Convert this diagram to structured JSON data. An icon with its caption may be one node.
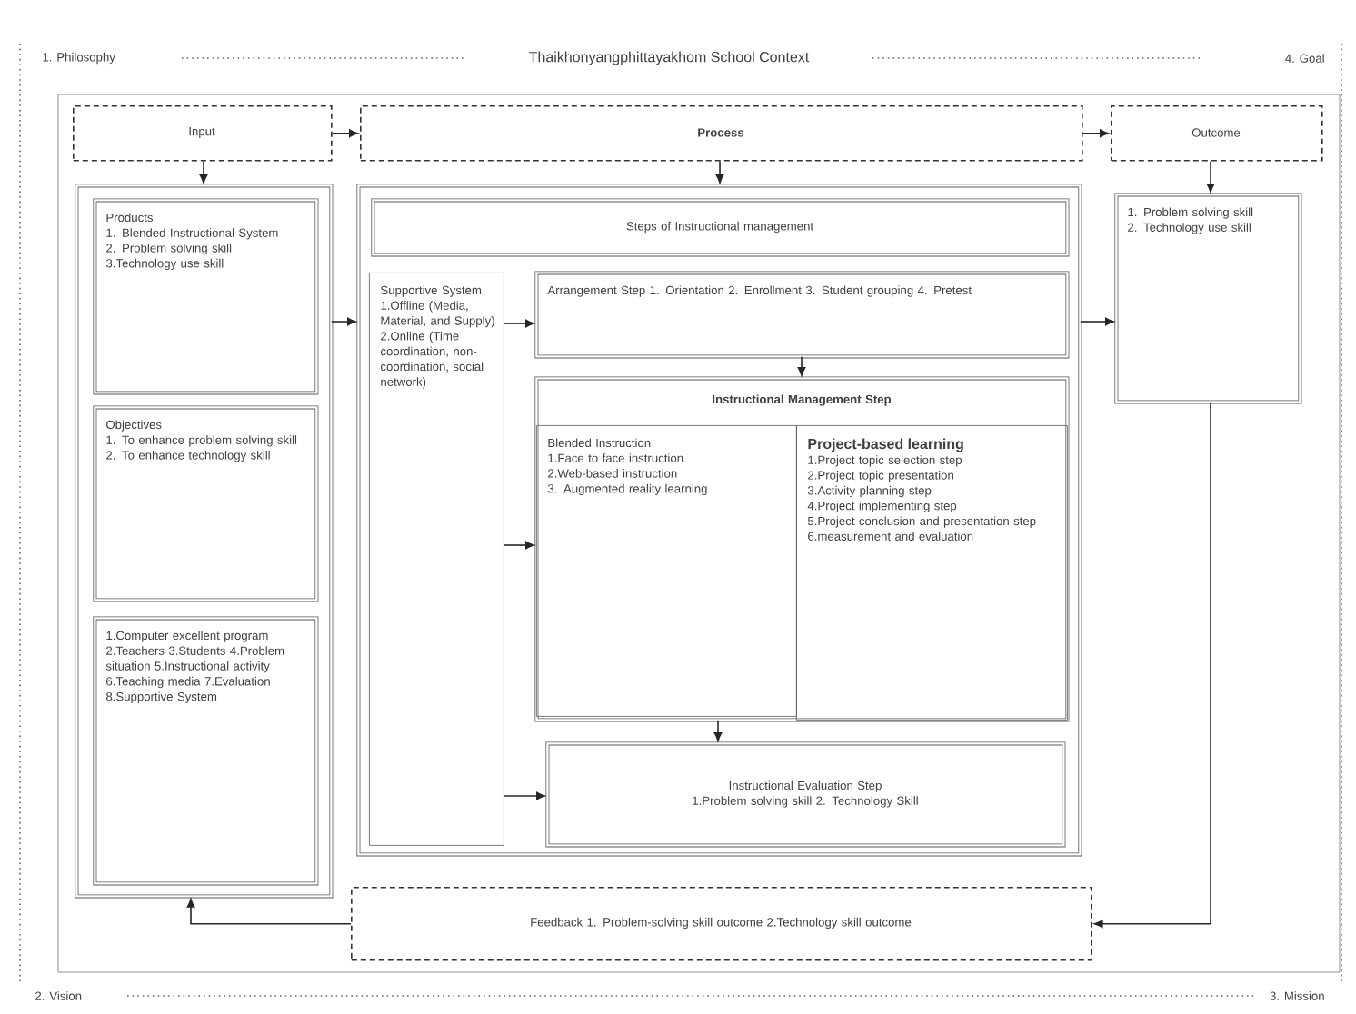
{
  "diagram": {
    "title": "Thaikhonyangphittayakhom School Context",
    "nodes": [
      {
        "text": [
          "Input"
        ]
      },
      {
        "text": [
          "Process"
        ]
      },
      {
        "text": [
          "Outcome"
        ]
      },
      {
        "text": [],
        "shape": "box"
      },
      {
        "text": [
          "Products",
          "1. Blended Instructional System",
          "2. Problem solving skill",
          "3.Technology use skill"
        ],
        "in": 3
      },
      {
        "text": [
          "Objectives",
          "1. To enhance problem solving skill",
          "2. To enhance technology skill"
        ],
        "in": 3
      },
      {
        "text": [
          "1.Computer excellent program 2.Teachers 3.Students 4.Problem situation 5.Instructional activity 6.Teaching media 7.Evaluation 8.Supportive System"
        ],
        "in": 3
      },
      {
        "text": [],
        "shape": "box"
      },
      {
        "text": [
          "Steps of Instructional management"
        ],
        "in": 7
      },
      {
        "text": [
          "Supportive System 1.Offline (Media, Material, and Supply) 2.Online (Time coordination, non-coordination, social network)"
        ],
        "in": 7
      },
      {
        "text": [
          "Arrangement Step 1. Orientation 2. Enrollment 3. Student grouping 4. Pretest"
        ],
        "in": 7
      },
      {
        "text": [
          "Instructional Management Step"
        ],
        "in": 7
      },
      {
        "text": [
          "Blended Instruction",
          "1.Face to face instruction",
          "2.Web-based instruction",
          "3. Augmented reality learning"
        ],
        "in": 11
      },
      {
        "text": [
          "Project-based learning",
          "1.Project topic selection step",
          "2.Project topic presentation",
          "3.Activity planning step",
          "4.Project implementing step",
          "5.Project conclusion and presentation step",
          "6.measurement and evaluation"
        ],
        "in": 11
      },
      {
        "text": [
          "Instructional Evaluation Step",
          "1.Problem solving skill 2. Technology Skill"
        ],
        "in": 7
      },
      {
        "text": [
          "1. Problem solving skill",
          "2. Technology use skill"
        ]
      },
      {
        "text": [
          "Feedback 1. Problem-solving skill outcome 2.Technology skill outcome"
        ]
      }
    ],
    "edges": [
      {
        "from": 0,
        "to": 1,
        "arrow": "to"
      },
      {
        "from": 1,
        "to": 2,
        "arrow": "to"
      },
      {
        "from": 0,
        "to": 3,
        "arrow": "to"
      },
      {
        "from": 1,
        "to": 7,
        "arrow": "to"
      },
      {
        "from": 2,
        "to": 15,
        "arrow": "to"
      },
      {
        "from": 3,
        "to": 7,
        "arrow": "to"
      },
      {
        "from": 7,
        "to": 15,
        "arrow": "to"
      },
      {
        "from": 9,
        "to": 10,
        "arrow": "to"
      },
      {
        "from": 9,
        "to": 12,
        "arrow": "to"
      },
      {
        "from": 9,
        "to": 14,
        "arrow": "to"
      },
      {
        "from": 10,
        "to": 11,
        "arrow": "to"
      },
      {
        "from": 11,
        "to": 14,
        "arrow": "to"
      },
      {
        "from": 15,
        "to": 16,
        "arrow": "to"
      },
      {
        "from": 16,
        "to": 3,
        "arrow": "to"
      }
    ],
    "labels": [
      "1. Philosophy",
      "4. Goal",
      "2. Vision",
      "3. Mission"
    ]
  }
}
